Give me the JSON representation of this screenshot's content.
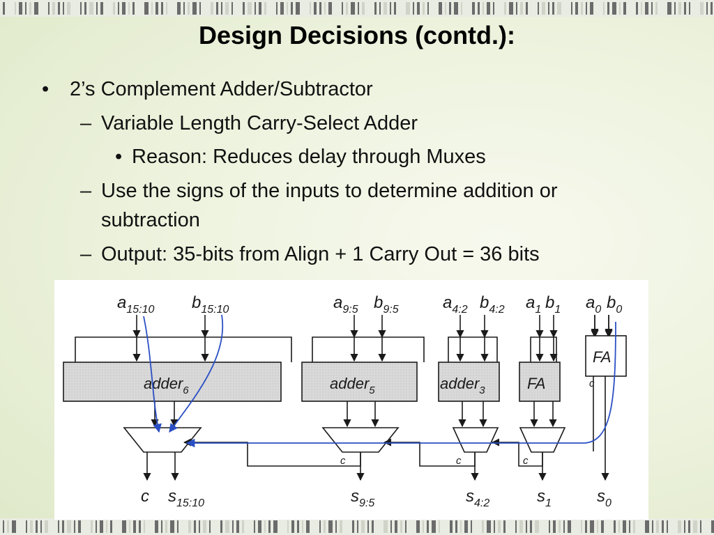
{
  "slide": {
    "title": "Design Decisions (contd.):",
    "bullets": [
      {
        "marker": "•",
        "text": "2’s Complement Adder/Subtractor"
      },
      {
        "marker": "–",
        "text": "Variable Length Carry-Select Adder"
      },
      {
        "marker": "•",
        "text": "Reason: Reduces delay through Muxes"
      },
      {
        "marker": "–",
        "text": "Use the signs of the inputs to determine addition or"
      },
      {
        "marker": "",
        "text": "subtraction"
      },
      {
        "marker": "–",
        "text": "Output: 35-bits from Align + 1 Carry Out = 36 bits"
      }
    ]
  },
  "diagram": {
    "inputs": {
      "a15": {
        "base": "a",
        "sub": "15:10"
      },
      "b15": {
        "base": "b",
        "sub": "15:10"
      },
      "a9": {
        "base": "a",
        "sub": "9:5"
      },
      "b9": {
        "base": "b",
        "sub": "9:5"
      },
      "a4": {
        "base": "a",
        "sub": "4:2"
      },
      "b4": {
        "base": "b",
        "sub": "4:2"
      },
      "a1": {
        "base": "a",
        "sub": "1"
      },
      "b1": {
        "base": "b",
        "sub": "1"
      },
      "a0": {
        "base": "a",
        "sub": "0"
      },
      "b0": {
        "base": "b",
        "sub": "0"
      }
    },
    "blocks": {
      "adder6": {
        "base": "adder",
        "sub": "6"
      },
      "adder5": {
        "base": "adder",
        "sub": "5"
      },
      "adder3": {
        "base": "adder",
        "sub": "3"
      },
      "fa1": "FA",
      "fa0": "FA"
    },
    "carry_label": "c",
    "outputs": {
      "c": "c",
      "s15": {
        "base": "s",
        "sub": "15:10"
      },
      "s9": {
        "base": "s",
        "sub": "9:5"
      },
      "s4": {
        "base": "s",
        "sub": "4:2"
      },
      "s1": {
        "base": "s",
        "sub": "1"
      },
      "s0": {
        "base": "s",
        "sub": "0"
      }
    },
    "colors": {
      "wire": "#1a1a1a",
      "carry_path": "#2a4fc4",
      "adder_fill": "#d9d9d9",
      "adder_hatch": "#bdbdbd"
    }
  },
  "theme": {
    "background": "#eef3df",
    "stripe_dark": "#6b6b6b",
    "stripe_light": "#cfd3c8"
  }
}
